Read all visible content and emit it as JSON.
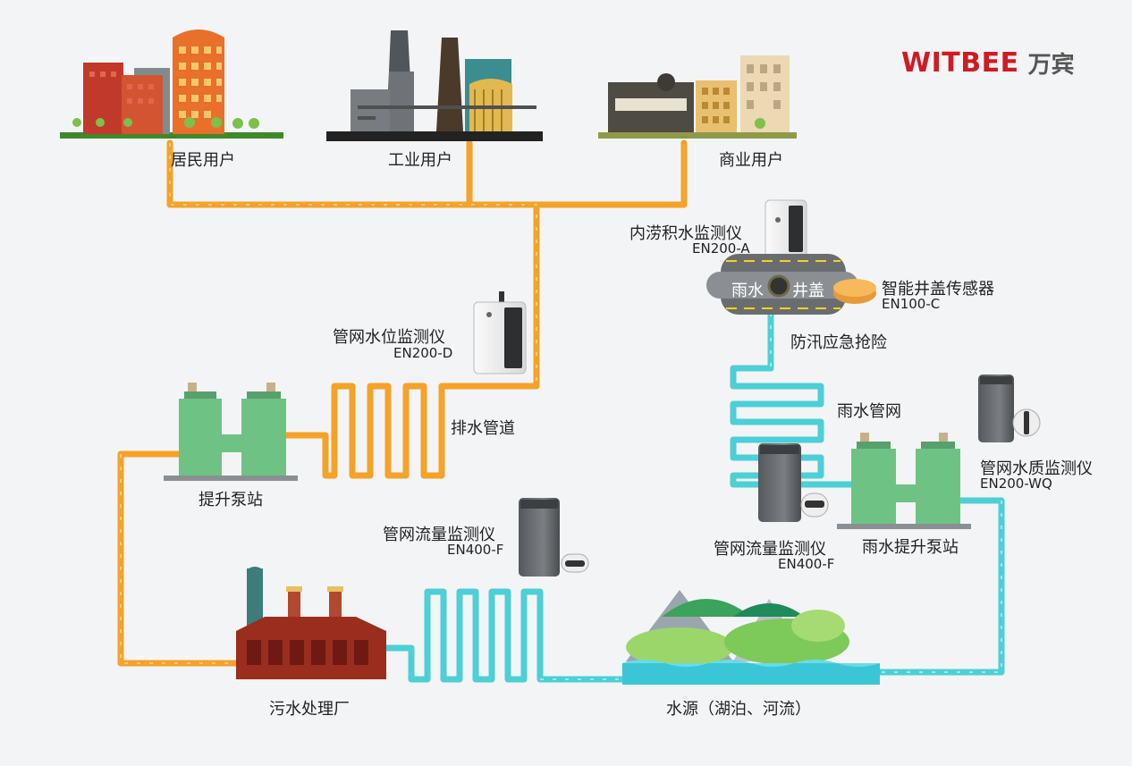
{
  "brand": {
    "name_en": "WITBEE",
    "name_cn": "万宾",
    "color": "#cf1b22"
  },
  "colors": {
    "sewage_pipe": "#f5a228",
    "rain_pipe": "#4ccfd6",
    "device_gray": "#666a6e"
  },
  "labels": {
    "residential": "居民用户",
    "industrial": "工业用户",
    "commercial": "商业用户",
    "drain_pipe": "排水管道",
    "lift_pump": "提升泵站",
    "sewage_plant": "污水处理厂",
    "water_source": "水源（湖泊、河流）",
    "rain_network": "雨水管网",
    "rain_lift_pump": "雨水提升泵站",
    "flood_emergency": "防汛应急抢险",
    "road_rain": "雨水",
    "road_manhole": "井盖"
  },
  "devices": {
    "waterlogging": {
      "name": "内涝积水监测仪",
      "model": "EN200-A"
    },
    "manhole_sensor": {
      "name": "智能井盖传感器",
      "model": "EN100-C"
    },
    "level_monitor": {
      "name": "管网水位监测仪",
      "model": "EN200-D"
    },
    "flow_sewage": {
      "name": "管网流量监测仪",
      "model": "EN400-F"
    },
    "flow_rain": {
      "name": "管网流量监测仪",
      "model": "EN400-F"
    },
    "quality_monitor": {
      "name": "管网水质监测仪",
      "model": "EN200-WQ"
    }
  }
}
